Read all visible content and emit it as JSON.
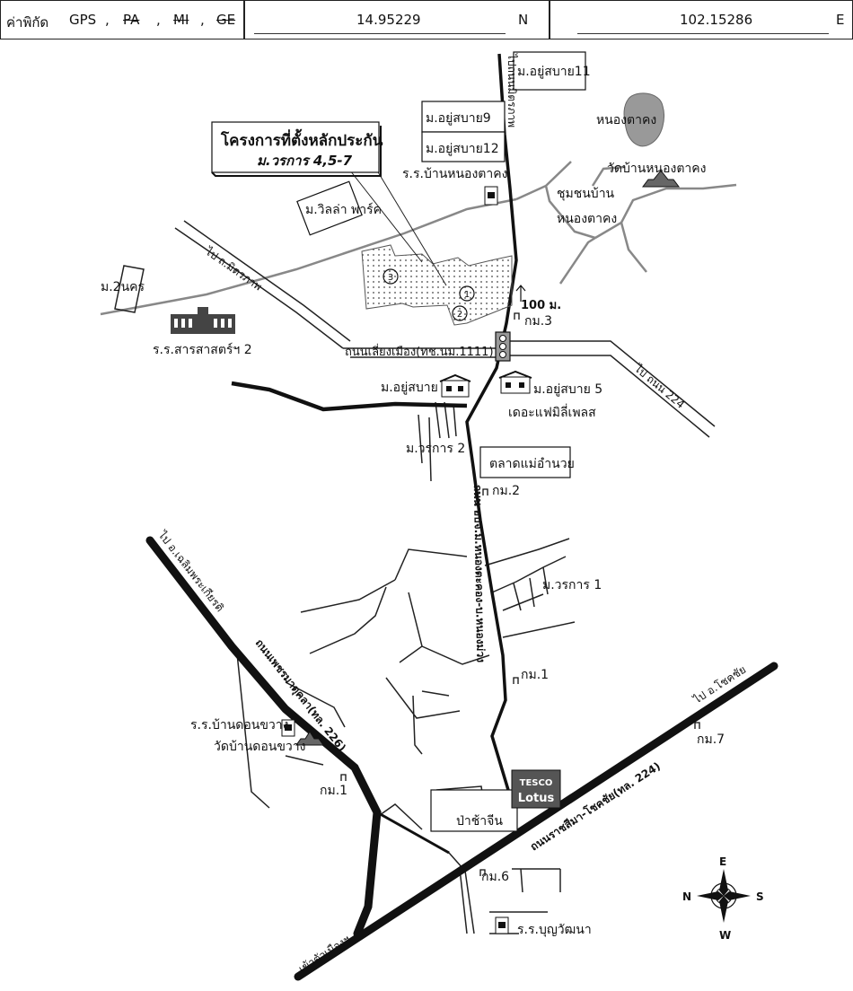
{
  "header": {
    "label": "ค่าพิกัด",
    "gps": "GPS",
    "sep": ",",
    "pa": "PA",
    "mi": "MI",
    "ge": "GE",
    "lat": "14.95229",
    "lat_dir": "N",
    "lon": "102.15286",
    "lon_dir": "E"
  },
  "map": {
    "project_title": "โครงการที่ตั้งหลักประกัน",
    "project_subtitle": "ม.วรการ 4,5-7",
    "places": {
      "m_yusabai11": "ม.อยู่สบาย11",
      "m_yusabai9": "ม.อยู่สบาย9",
      "m_yusabai12": "ม.อยู่สบาย12",
      "nong_ta_khong": "หนองตาคง",
      "wat_nong_ta_khong": "วัดบ้านหนองตาคง",
      "school_nong_ta_khong": "ร.ร.บ้านหนองตาคง",
      "community_1": "ชุมชนบ้าน",
      "community_2": "หนองตาคง",
      "m_villa_park": "ม.วิลล่า พาร์ค",
      "m2_nakhon": "ม.2นคร",
      "school_sarasas": "ร.ร.สารสาสตร์ฯ 2",
      "distance": "100 ม.",
      "km3": "กม.3",
      "road_bypass": "ถนนเลี่ยงเมือง(ทช.นม.1111)",
      "m_yusabai": "ม.อยู่สบาย",
      "m_yusabai5": "ม.อยู่สบาย 5",
      "family_plus": "เดอะแฟมิลี่เพลส",
      "m_worakan2": "ม.วรการ 2",
      "market": "ตลาดแม่อำนวย",
      "km2": "กม.2",
      "m_worakan1": "ม.วรการ 1",
      "km1_right": "กม.1",
      "school_don_khwang": "ร.ร.บ้านดอนขวาง",
      "wat_don_khwang": "วัดบ้านดอนขวาง",
      "km1_left": "กม.1",
      "km7": "กม.7",
      "tesco": "TESCO",
      "lotus": "Lotus",
      "pa_cha_chin": "ป่าช้าจีน",
      "km6": "กม.6",
      "school_bun_watthana": "ร.ร.บุญวัฒนา",
      "to_chok_chai": "ไป อ.โชคชัย",
      "to_city": "เข้าตัวเมืองฯ",
      "to_chaloem": "ไป อ.เฉลิมพระเกียรติ",
      "to_224": "ไป ถนน 224",
      "to_thanon_mittraphap": "ไป ถ.มิตรภาพ",
      "road_north": "ไปถนนมิตรภาพ",
      "road_phetmatkhala": "ถนนเพชรมาตุคลา(ทล. 226)",
      "road_ratchasima": "ถนนราชสีมา-โชคชัย(ทล. 224)",
      "road_local": "ถนน อบจ.ม.หนองตะคอง-บ.หนองม่วง"
    },
    "compass": {
      "n": "N",
      "s": "S",
      "e": "E",
      "w": "W"
    }
  }
}
